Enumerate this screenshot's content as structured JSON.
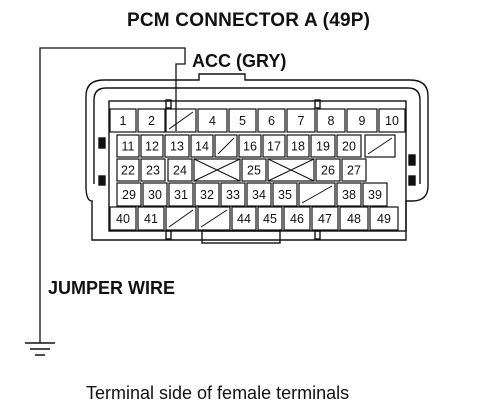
{
  "title": "PCM CONNECTOR A (49P)",
  "acc_label": "ACC (GRY)",
  "jumper_label": "JUMPER WIRE",
  "caption": "Terminal side of female terminals",
  "connector": {
    "rows": [
      [
        "1",
        "2",
        "",
        "4",
        "5",
        "6",
        "7",
        "8",
        "9",
        "10"
      ],
      [
        "11",
        "12",
        "13",
        "14",
        "",
        "16",
        "17",
        "18",
        "19",
        "20",
        ""
      ],
      [
        "22",
        "23",
        "24",
        "",
        "25",
        "",
        "26",
        "27"
      ],
      [
        "29",
        "30",
        "31",
        "32",
        "33",
        "34",
        "35",
        "",
        "38",
        "39"
      ],
      [
        "40",
        "41",
        "",
        "",
        "44",
        "45",
        "46",
        "47",
        "48",
        "49"
      ]
    ]
  },
  "colors": {
    "line": "#111111",
    "background": "#ffffff"
  }
}
